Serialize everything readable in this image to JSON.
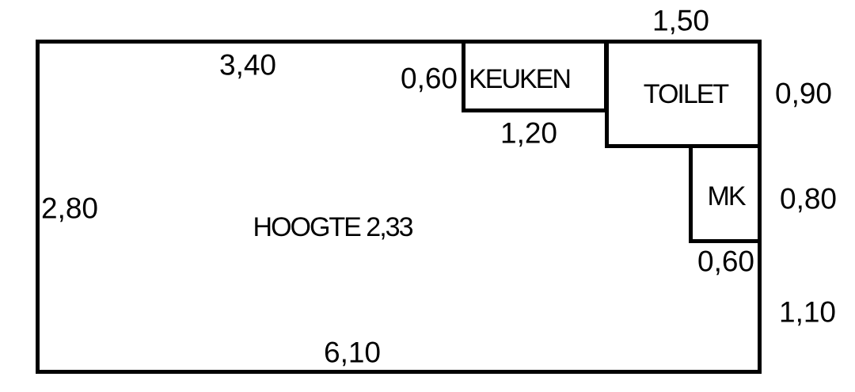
{
  "floorplan": {
    "rooms": {
      "keuken": "KEUKEN",
      "toilet": "TOILET",
      "mk": "MK"
    },
    "height_note": "HOOGTE 2,33",
    "dimensions": {
      "toilet_width_top": "1,50",
      "wall_top_left": "3,40",
      "keuken_offset_left": "0,60",
      "toilet_height_right": "0,90",
      "keuken_width_bottom": "1,20",
      "wall_left": "2,80",
      "mk_height_right": "0,80",
      "mk_width_bottom": "0,60",
      "wall_right_lower": "1,10",
      "wall_bottom": "6,10"
    },
    "colors": {
      "line": "#000000",
      "text": "#000000",
      "background": "#ffffff"
    }
  }
}
